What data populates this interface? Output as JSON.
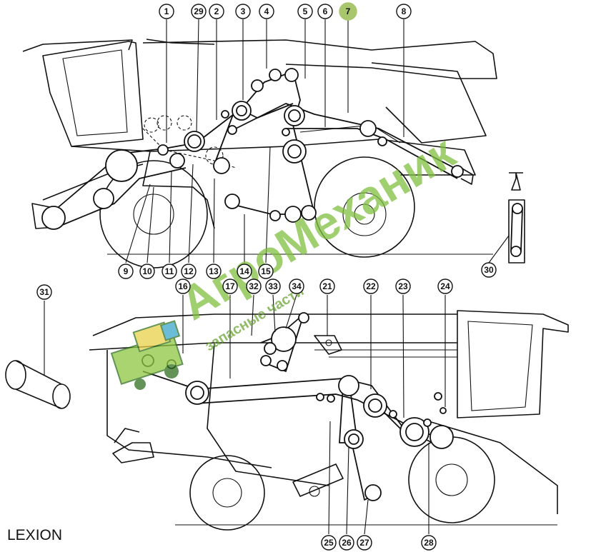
{
  "model_label": "LEXION",
  "highlight_color": "#a8c66c",
  "watermark": {
    "title": "АгроМеханик",
    "subtitle": "запасные части",
    "color": "#7fbf3f"
  },
  "callouts": {
    "top": [
      "1",
      "29",
      "2",
      "3",
      "4",
      "5",
      "6",
      "7",
      "8"
    ],
    "top_bottom_row": [
      "9",
      "10",
      "11",
      "12",
      "13",
      "14",
      "15"
    ],
    "right_panel": [
      "30"
    ],
    "left_loose": [
      "31"
    ],
    "bottom_top_row": [
      "16",
      "17",
      "32",
      "33",
      "34",
      "21",
      "22",
      "23",
      "24"
    ],
    "bottom_bottom_row": [
      "25",
      "26",
      "27",
      "28"
    ]
  },
  "highlighted_callout": "7"
}
